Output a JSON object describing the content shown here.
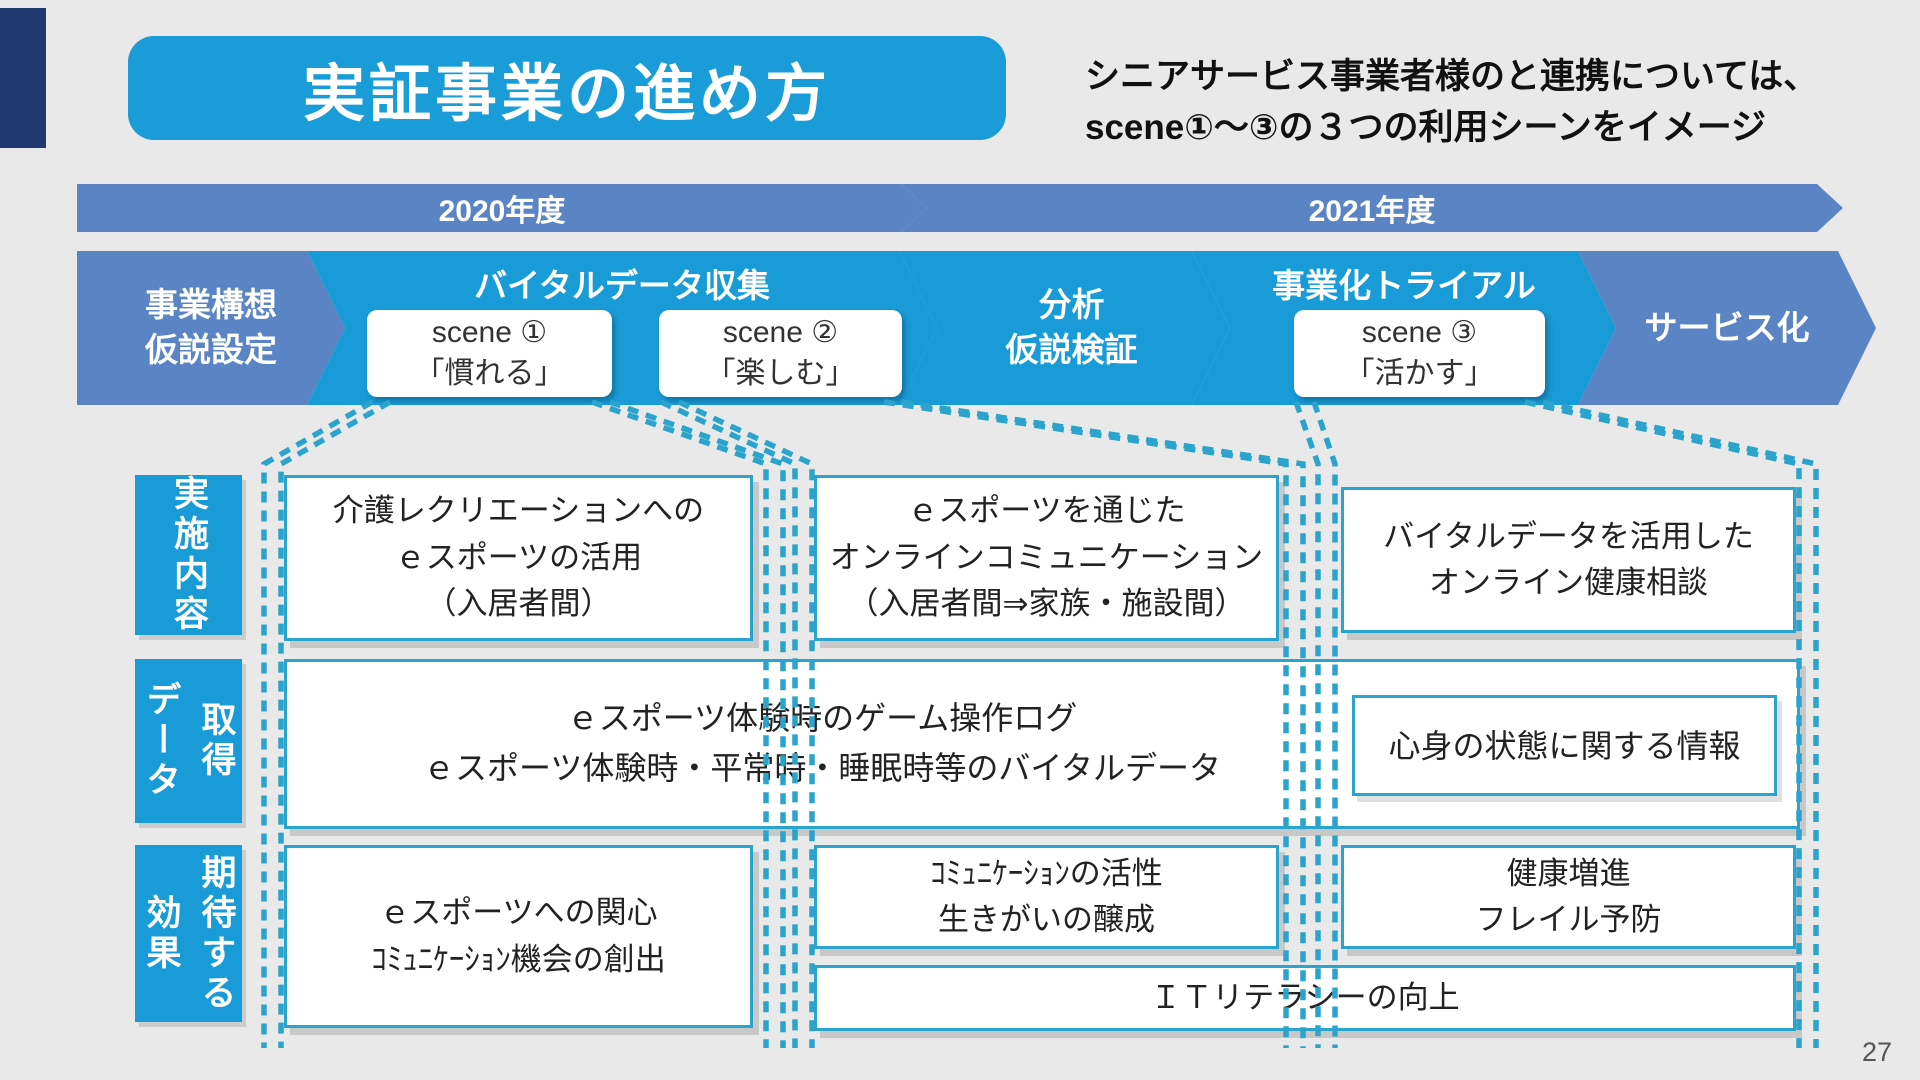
{
  "colors": {
    "background": "#e9e9e9",
    "accent_bright_blue": "#189bd7",
    "accent_muted_blue": "#5b84c4",
    "navy": "#20396f",
    "dotted_line": "#2aa4cd"
  },
  "header": {
    "title": "実証事業の進め方",
    "note_line1": "シニアサービス事業者様のと連携については、",
    "note_line2": "scene①～③の３つの利用シーンをイメージ"
  },
  "timeline": {
    "fy2020": "2020年度",
    "fy2021": "2021年度"
  },
  "process": {
    "step1_line1": "事業構想",
    "step1_line2": "仮説設定",
    "step2_title": "バイタルデータ収集",
    "scene1_line1": "scene ①",
    "scene1_line2": "「慣れる」",
    "scene2_line1": "scene ②",
    "scene2_line2": "「楽しむ」",
    "step3_line1": "分析",
    "step3_line2": "仮説検証",
    "step4_title": "事業化トライアル",
    "scene3_line1": "scene ③",
    "scene3_line2": "「活かす」",
    "step5_label": "サービス化"
  },
  "rows": {
    "implementation": {
      "label": "実施内容",
      "box1": [
        "介護レクリエーションへの",
        "ｅスポーツの活用",
        "（入居者間）"
      ],
      "box2": [
        "ｅスポーツを通じた",
        "オンラインコミュニケーション",
        "（入居者間⇒家族・施設間）"
      ],
      "box3": [
        "バイタルデータを活用した",
        "オンライン健康相談"
      ]
    },
    "data": {
      "label_col_right": "取得",
      "label_col_left": "データ",
      "box_line1": "ｅスポーツ体験時のゲーム操作ログ",
      "box_line2": "ｅスポーツ体験時・平常時・睡眠時等のバイタルデータ",
      "inner_box": "心身の状態に関する情報"
    },
    "expected": {
      "label_col_right": "期待する",
      "label_col_left": "効果",
      "box1": [
        "ｅスポーツへの関心",
        "ｺﾐｭﾆｹｰｼｮﾝ機会の創出"
      ],
      "box2": [
        "ｺﾐｭﾆｹｰｼｮﾝの活性",
        "生きがいの醸成"
      ],
      "box3": [
        "健康増進",
        "フレイル予防"
      ],
      "box_wide": "ＩＴリテラシーの向上"
    }
  },
  "page_number": "27"
}
